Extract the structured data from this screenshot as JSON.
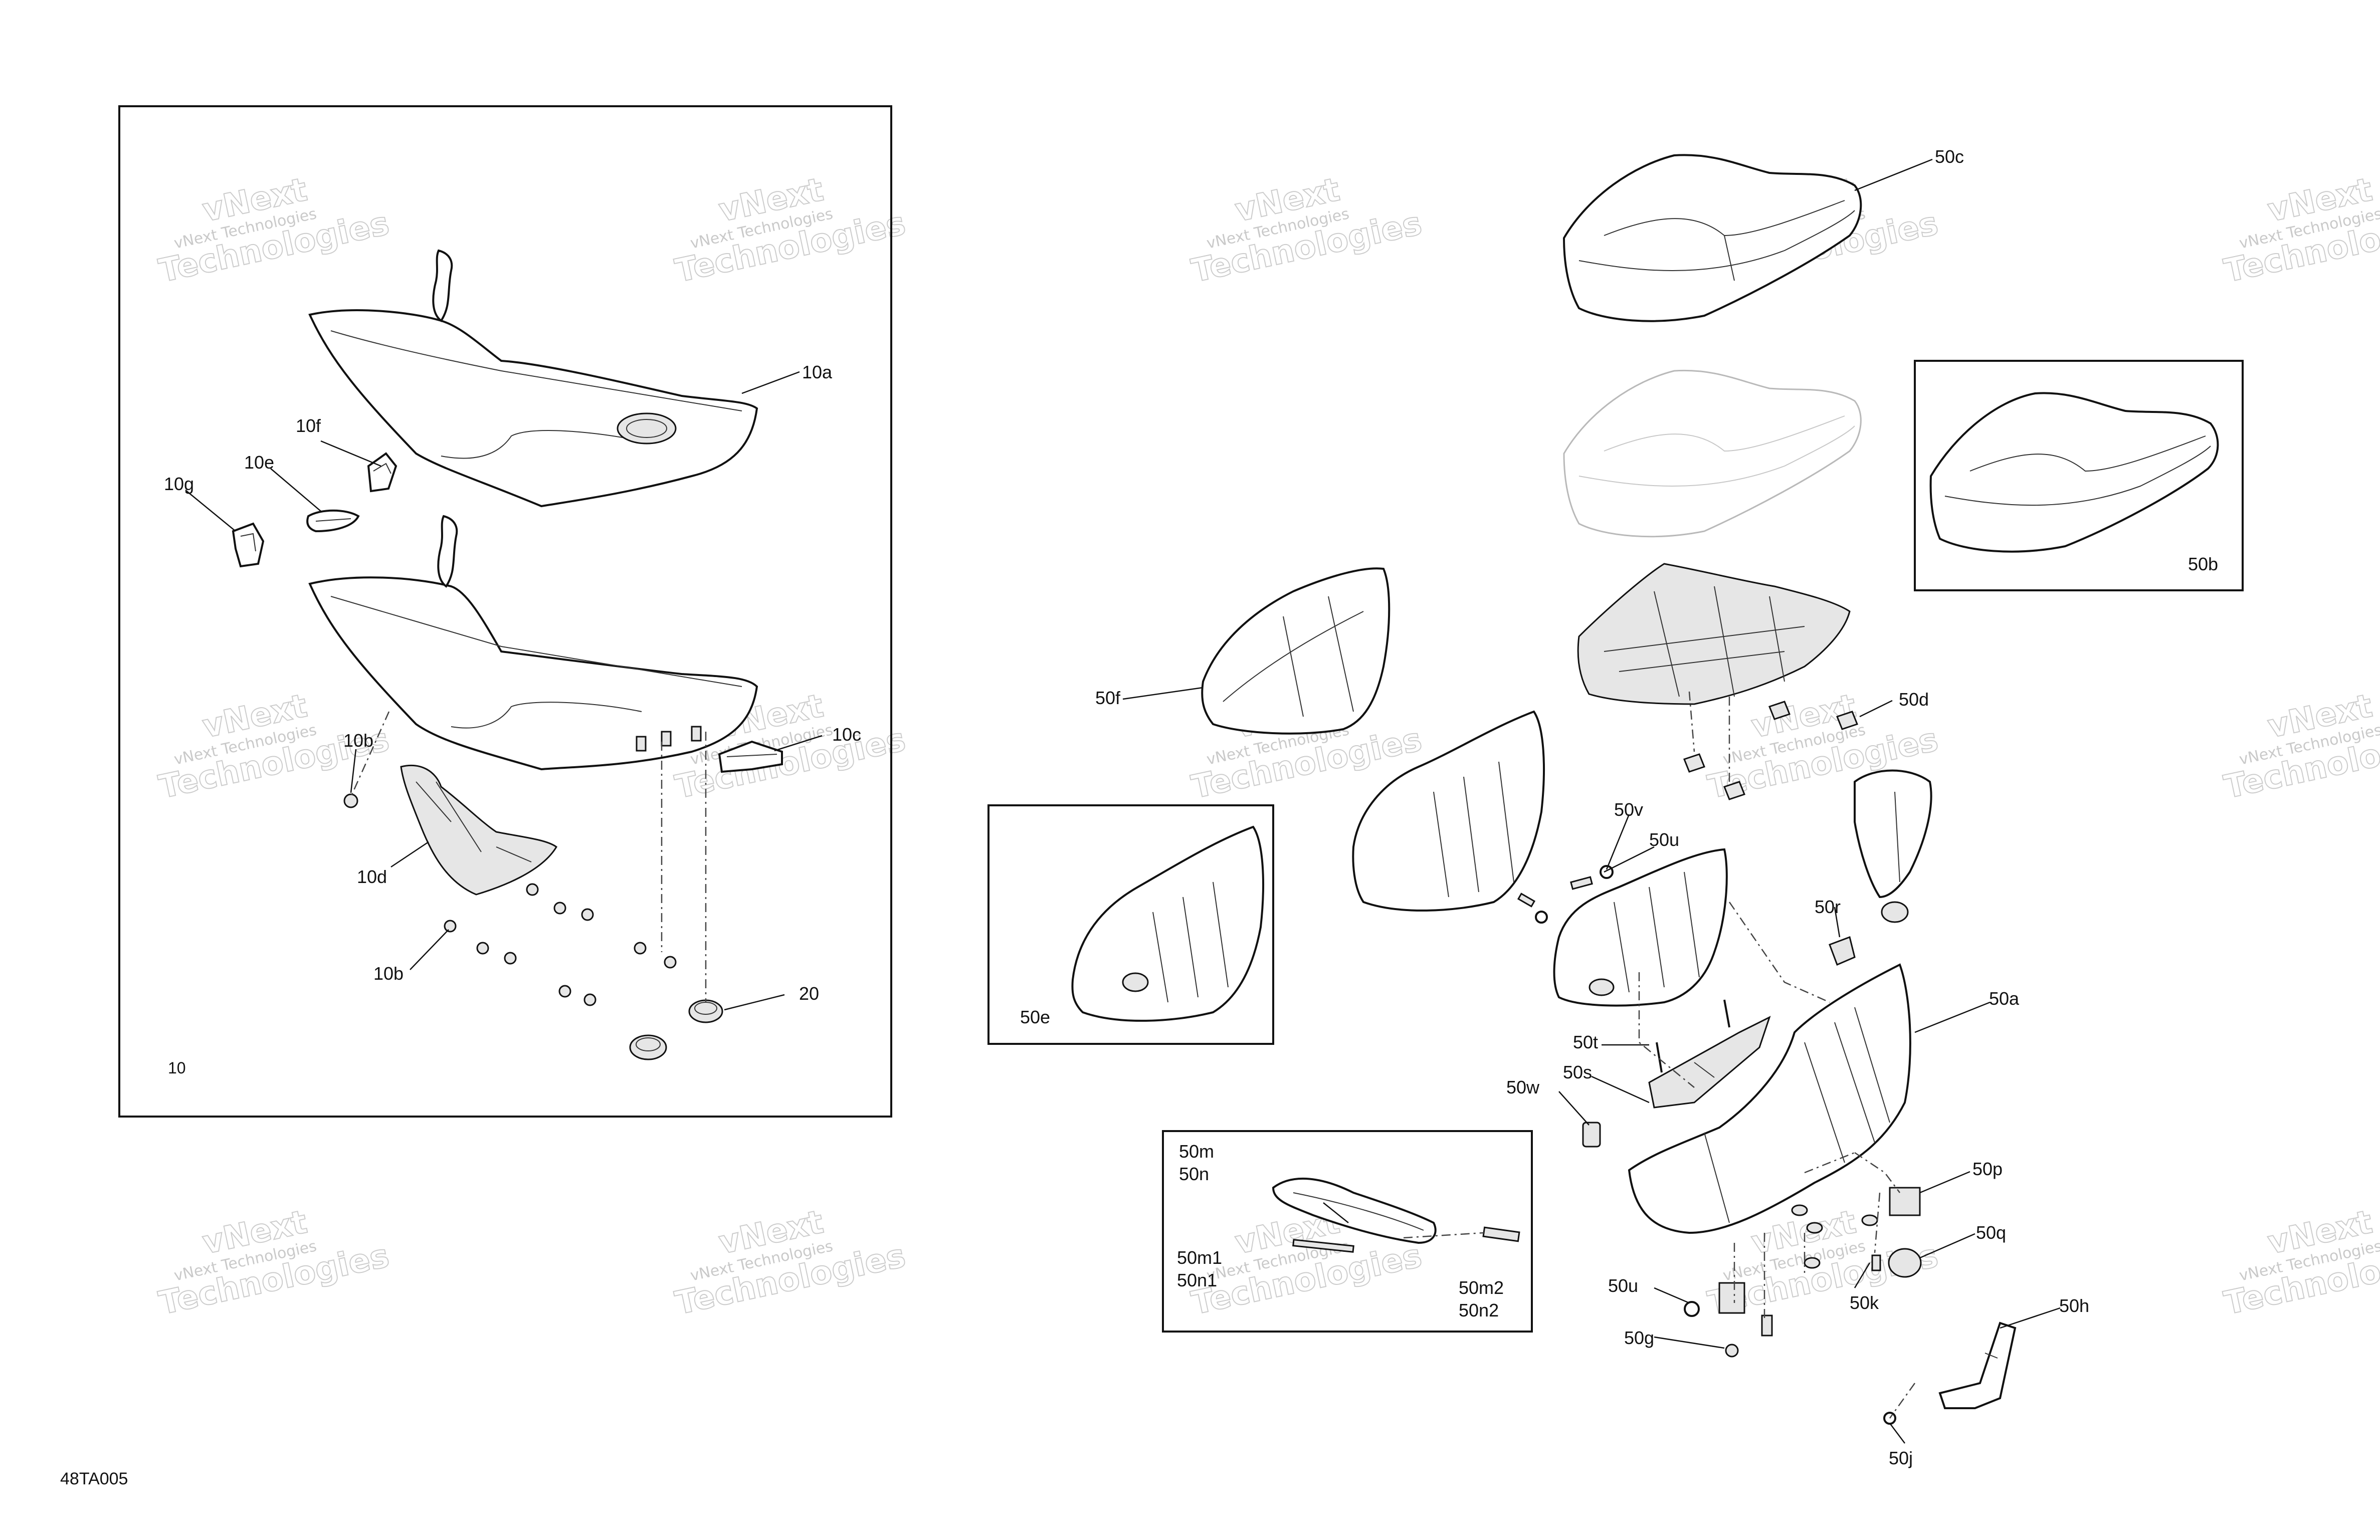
{
  "diagram": {
    "code": "48TA005",
    "group_label": "10",
    "watermark": {
      "top": "vNext",
      "middle": "vNext Technologies",
      "bottom": "Technologies"
    },
    "callouts": {
      "c10a": "10a",
      "c10b_top": "10b",
      "c10b_bottom": "10b",
      "c10c": "10c",
      "c10d": "10d",
      "c10e": "10e",
      "c10f": "10f",
      "c10g": "10g",
      "c20": "20",
      "c50a": "50a",
      "c50b": "50b",
      "c50c": "50c",
      "c50d": "50d",
      "c50e": "50e",
      "c50f": "50f",
      "c50g": "50g",
      "c50h": "50h",
      "c50j": "50j",
      "c50k": "50k",
      "c50m": "50m",
      "c50n": "50n",
      "c50m1": "50m1",
      "c50n1": "50n1",
      "c50m2": "50m2",
      "c50n2": "50n2",
      "c50p": "50p",
      "c50q": "50q",
      "c50r": "50r",
      "c50s": "50s",
      "c50t": "50t",
      "c50u_top": "50u",
      "c50u_bottom": "50u",
      "c50v": "50v",
      "c50w": "50w"
    }
  }
}
